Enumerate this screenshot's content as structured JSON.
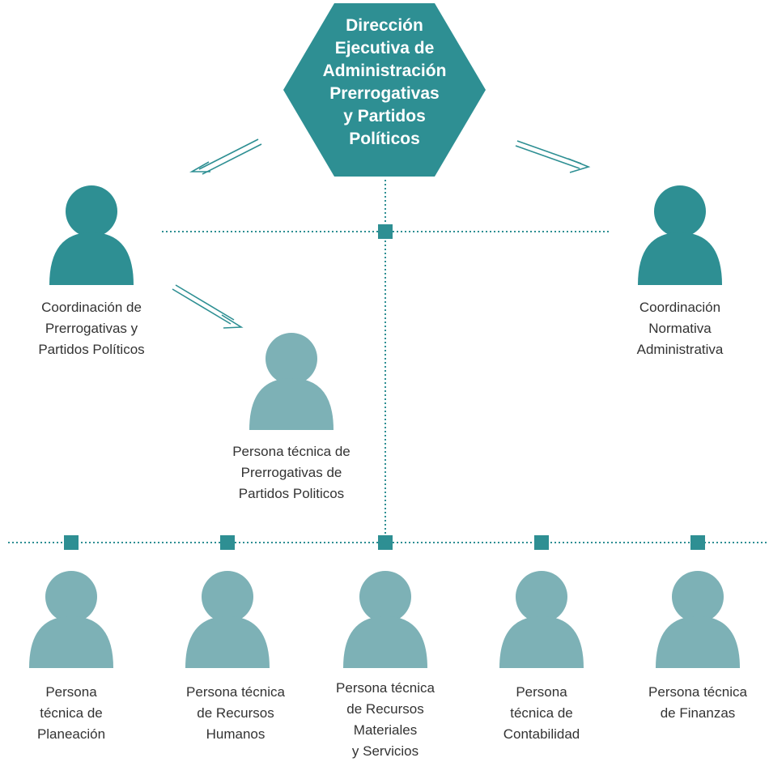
{
  "colors": {
    "primary": "#2e8f93",
    "secondary": "#7db1b6"
  },
  "head": {
    "title_lines": [
      "Dirección",
      "Ejecutiva de",
      "Administración",
      "Prerrogativas",
      "y Partidos",
      "Políticos"
    ]
  },
  "coordinations": {
    "left": {
      "lines": [
        "Coordinación de",
        "Prerrogativas y",
        "Partidos Políticos"
      ]
    },
    "right": {
      "lines": [
        "Coordinación",
        "Normativa",
        "Administrativa"
      ]
    }
  },
  "middle": {
    "lines": [
      "Persona técnica de",
      "Prerrogativas de",
      "Partidos Politicos"
    ]
  },
  "bottom": [
    {
      "lines": [
        "Persona",
        "técnica  de",
        "Planeación"
      ]
    },
    {
      "lines": [
        "Persona técnica",
        "de Recursos",
        "Humanos"
      ]
    },
    {
      "lines": [
        "Persona técnica",
        "de Recursos",
        "Materiales",
        "y Servicios"
      ]
    },
    {
      "lines": [
        "Persona",
        "técnica  de",
        "Contabilidad"
      ]
    },
    {
      "lines": [
        "Persona técnica",
        "de Finanzas"
      ]
    }
  ]
}
